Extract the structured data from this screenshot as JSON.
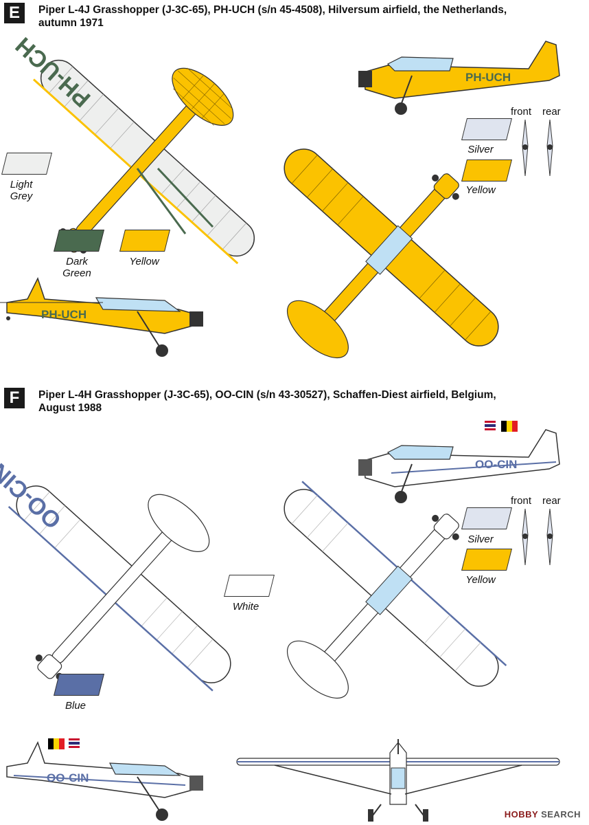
{
  "sections": [
    {
      "letter": "E",
      "caption_line1": "Piper L-4J Grasshopper (J-3C-65), PH-UCH (s/n 45-4508), Hilversum airfield, the Netherlands,",
      "caption_line2": "autumn 1971",
      "registration": "PH-UCH",
      "swatches": [
        {
          "label_line1": "Light",
          "label_line2": "Grey",
          "color": "#eeefee"
        },
        {
          "label_line1": "Dark",
          "label_line2": "Green",
          "color": "#4a6a4f"
        },
        {
          "label_line1": "Yellow",
          "label_line2": "",
          "color": "#fbc200"
        },
        {
          "label_line1": "Silver",
          "label_line2": "",
          "color": "#dfe4ef"
        },
        {
          "label_line1": "Yellow",
          "label_line2": "",
          "color": "#fbc200"
        }
      ],
      "prop_front": "front",
      "prop_rear": "rear"
    },
    {
      "letter": "F",
      "caption_line1": "Piper L-4H Grasshopper (J-3C-65), OO-CIN (s/n 43-30527), Schaffen-Diest airfield, Belgium,",
      "caption_line2": "August 1988",
      "registration": "OO-CIN",
      "swatches": [
        {
          "label_line1": "White",
          "label_line2": "",
          "color": "#ffffff"
        },
        {
          "label_line1": "Blue",
          "label_line2": "",
          "color": "#5a6fa6"
        },
        {
          "label_line1": "Silver",
          "label_line2": "",
          "color": "#dfe4ef"
        },
        {
          "label_line1": "Yellow",
          "label_line2": "",
          "color": "#fbc200"
        }
      ],
      "prop_front": "front",
      "prop_rear": "rear"
    }
  ],
  "colors": {
    "yellow": "#fbc200",
    "light_grey": "#eeefee",
    "dark_green": "#4a6a4f",
    "blue": "#5a6fa6",
    "canopy": "#bfe0f4",
    "outline": "#333333"
  },
  "footer": {
    "brand": "HOBBY",
    "brand2": "SEARCH"
  }
}
